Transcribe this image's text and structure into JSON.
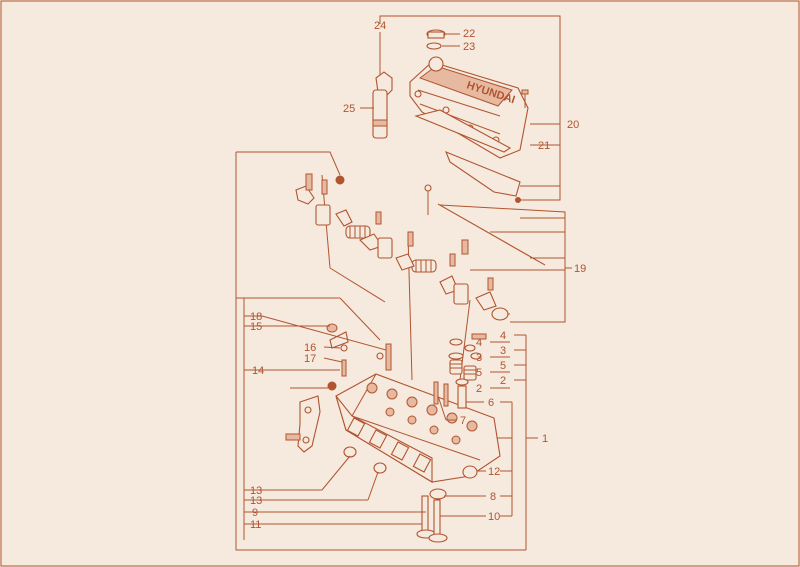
{
  "colors": {
    "background": "#f6e9dd",
    "line": "#b0552f",
    "fill": "#e6b9a0"
  },
  "labels": {
    "l1": "1",
    "l2a": "2",
    "l2b": "2",
    "l3a": "3",
    "l3b": "3",
    "l4a": "4",
    "l4b": "4",
    "l5a": "5",
    "l5b": "5",
    "l6": "6",
    "l7": "7",
    "l8": "8",
    "l9": "9",
    "l10": "10",
    "l11": "11",
    "l12": "12",
    "l13a": "13",
    "l13b": "13",
    "l14": "14",
    "l15": "15",
    "l16": "16",
    "l17": "17",
    "l18": "18",
    "l19": "19",
    "l20": "20",
    "l21": "21",
    "l22": "22",
    "l23": "23",
    "l24": "24",
    "l25": "25"
  },
  "cover_logo": "HYUNDAI"
}
